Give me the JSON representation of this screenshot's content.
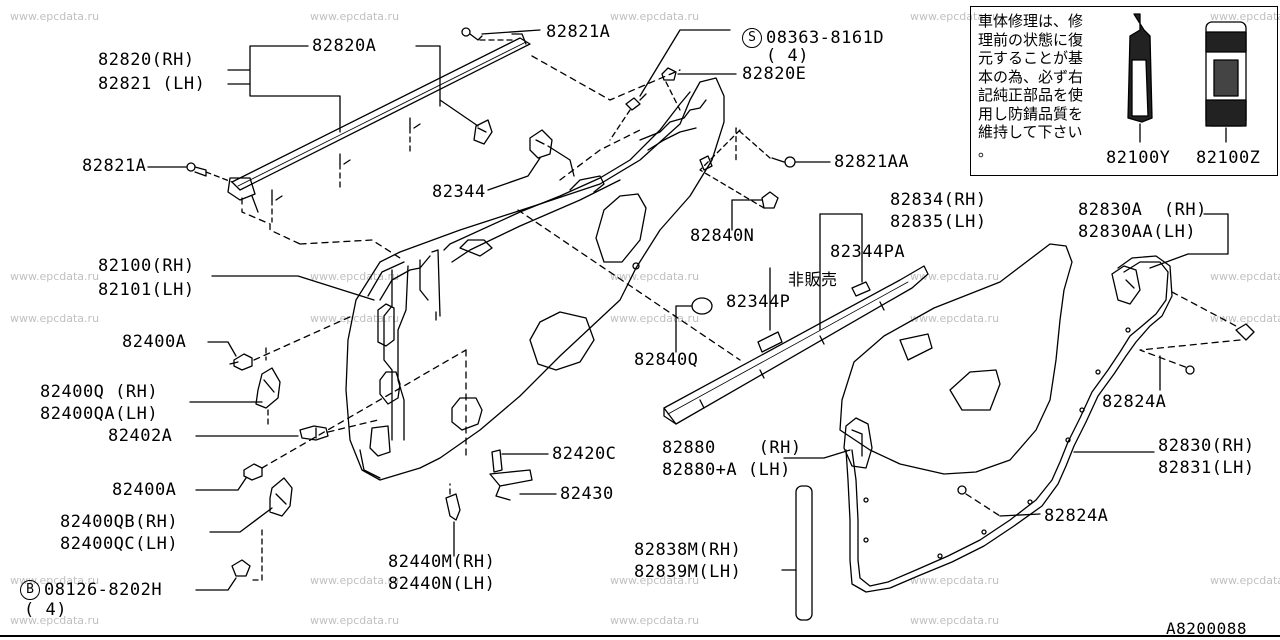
{
  "watermark": "www.epcdata.ru",
  "diagram_code": "A8200088",
  "note_text": "車体修理は、修理前の状態に復元することが基本の為、必ず右記純正部品を使用し防錆品質を維持して下さい。",
  "not_for_sale": "非販売",
  "labels": {
    "p82821A_top": "82821A",
    "p08363": "08363-8161D",
    "p08363_qty": "( 4)",
    "p82820A": "82820A",
    "p82820": "82820(RH)",
    "p82821": "82821 (LH)",
    "p82820E": "82820E",
    "p82821A_left": "82821A",
    "p82344": "82344",
    "p82821AA": "82821AA",
    "p82840N": "82840N",
    "p82834": "82834(RH)",
    "p82835": "82835(LH)",
    "p82344PA": "82344PA",
    "p82344P": "82344P",
    "p82100": "82100(RH)",
    "p82101": "82101(LH)",
    "p82400A_1": "82400A",
    "p82840Q": "82840Q",
    "p82400Q": "82400Q (RH)",
    "p82400QA": "82400QA(LH)",
    "p82402A": "82402A",
    "p82420C": "82420C",
    "p82400A_2": "82400A",
    "p82430": "82430",
    "p82400QB": "82400QB(RH)",
    "p82400QC": "82400QC(LH)",
    "p82440M": "82440M(RH)",
    "p82440N": "82440N(LH)",
    "p08126": "08126-8202H",
    "p08126_qty": "( 4)",
    "p82880": "82880    (RH)",
    "p82880A": "82880+A (LH)",
    "p82838M": "82838M(RH)",
    "p82839M": "82839M(LH)",
    "p82830A": "82830A  (RH)",
    "p82830AA": "82830AA(LH)",
    "p82824A_1": "82824A",
    "p82830": "82830(RH)",
    "p82831": "82831(LH)",
    "p82824A_2": "82824A",
    "p82100Y": "82100Y",
    "p82100Z": "82100Z"
  },
  "symbols": {
    "s_circle": "S",
    "b_circle": "B"
  }
}
